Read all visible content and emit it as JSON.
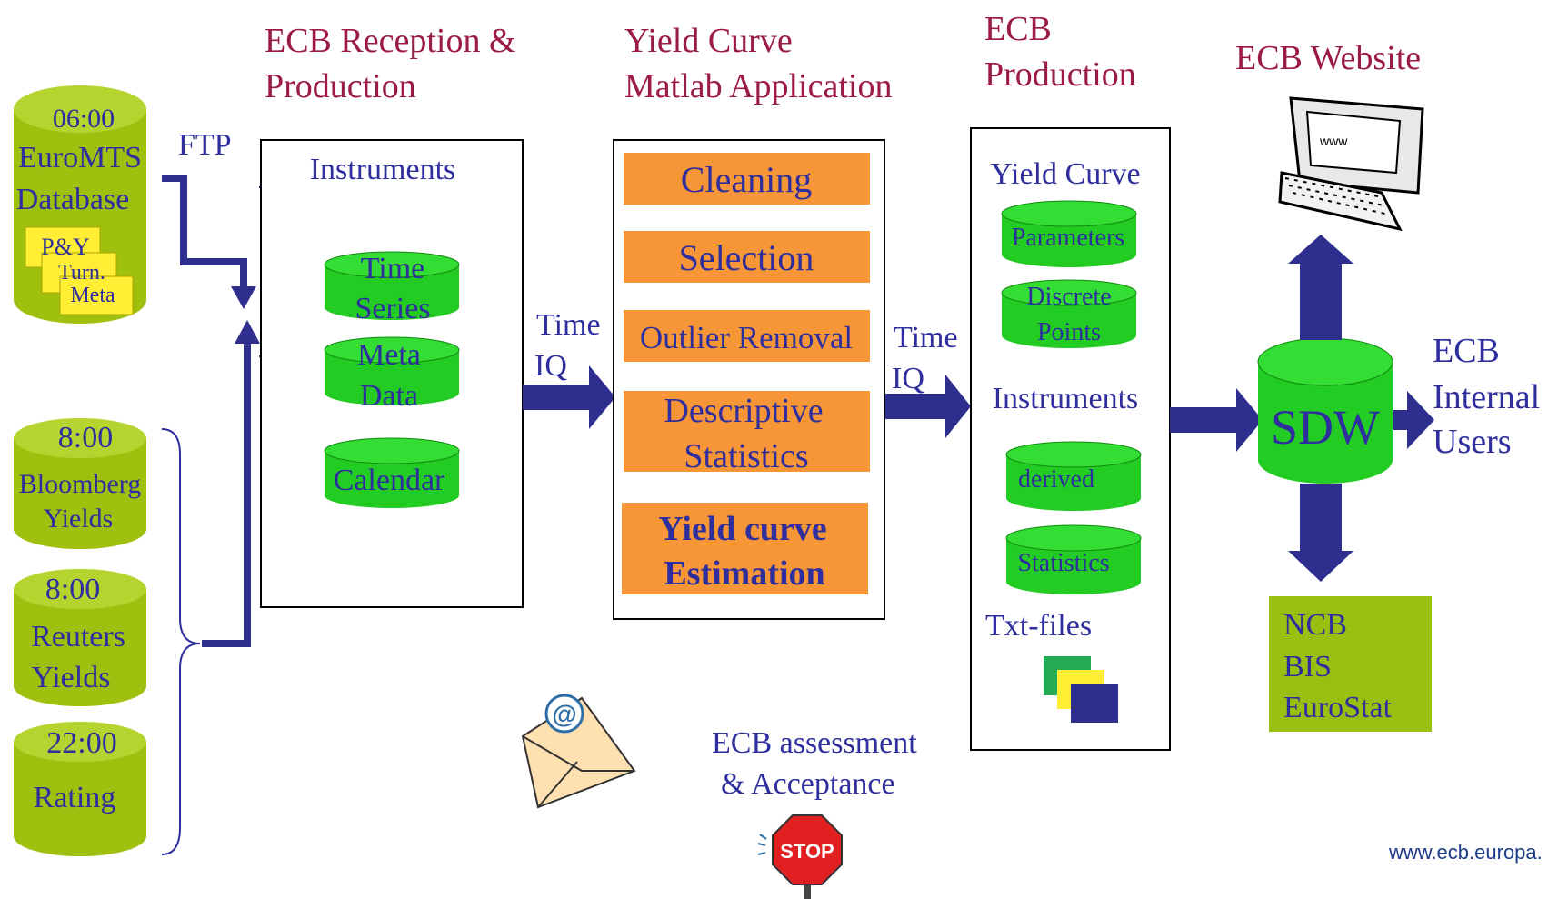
{
  "colors": {
    "header": "#9b1b45",
    "text_blue": "#2e2e9e",
    "arrow": "#2e2e8e",
    "db_green": "#22cc22",
    "db_olive": "#a0c010",
    "orange": "#f79636",
    "olive_box": "#99c010",
    "note_yellow": "#ffee33"
  },
  "headers": {
    "reception": [
      "ECB Reception &",
      "Production"
    ],
    "matlab": [
      "Yield Curve",
      "Matlab Application"
    ],
    "production": [
      "ECB",
      "Production"
    ],
    "website": "ECB Website"
  },
  "sources": {
    "euromts": {
      "time": "06:00",
      "name": [
        "EuroMTS",
        "Database"
      ],
      "notes": [
        "P&Y",
        "Turn.",
        "Meta"
      ]
    },
    "bloomberg": {
      "time": "8:00",
      "name": [
        "Bloomberg",
        "Yields"
      ]
    },
    "reuters": {
      "time": "8:00",
      "name": [
        "Reuters",
        "Yields"
      ]
    },
    "rating": {
      "time": "22:00",
      "name": [
        "Rating"
      ]
    },
    "ftp_label": "FTP"
  },
  "reception_box": {
    "title": "Instruments",
    "dbs": [
      [
        "Time",
        "Series"
      ],
      [
        "Meta",
        "Data"
      ],
      [
        "Calendar"
      ]
    ]
  },
  "transfer_label": [
    "Time",
    "IQ"
  ],
  "matlab_steps": [
    {
      "label": [
        "Cleaning"
      ],
      "bold": false
    },
    {
      "label": [
        "Selection"
      ],
      "bold": false
    },
    {
      "label": [
        "Outlier Removal"
      ],
      "bold": false
    },
    {
      "label": [
        "Descriptive",
        "Statistics"
      ],
      "bold": false
    },
    {
      "label": [
        "Yield curve",
        "Estimation"
      ],
      "bold": true
    }
  ],
  "production_box": {
    "yc_title": "Yield Curve",
    "yc_dbs": [
      [
        "Parameters"
      ],
      [
        "Discrete",
        "Points"
      ]
    ],
    "instr_title": "Instruments",
    "instr_dbs": [
      [
        "derived"
      ],
      [
        "Statistics"
      ]
    ],
    "txt_title": "Txt-files"
  },
  "sdw": {
    "label": "SDW",
    "internal_users": [
      "ECB",
      "Internal",
      "Users"
    ],
    "external": [
      "NCB",
      "BIS",
      "EuroStat"
    ]
  },
  "computer_icon_text": "www",
  "assessment": [
    "ECB assessment",
    "& Acceptance"
  ],
  "stop_text": "STOP",
  "footer_url": "www.ecb.europa."
}
